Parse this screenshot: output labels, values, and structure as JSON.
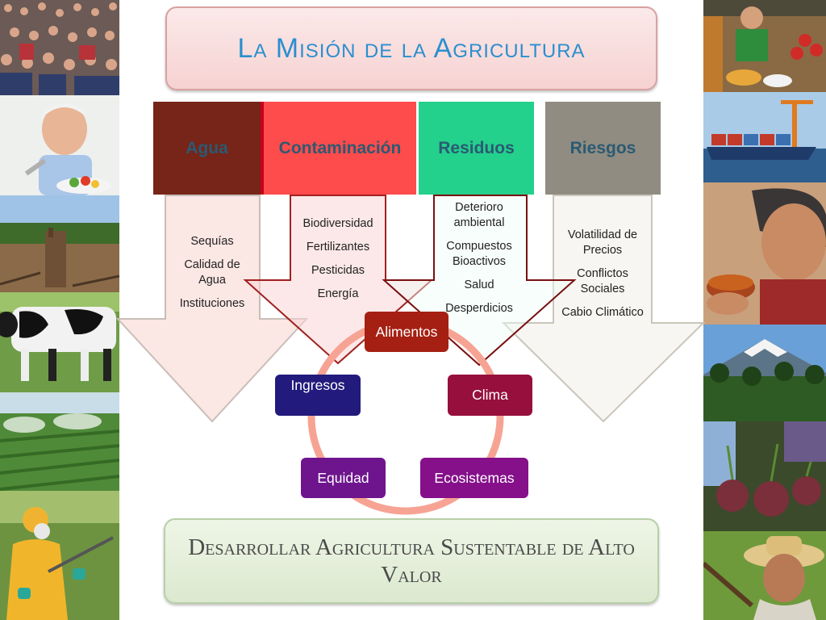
{
  "title": "La Misión de la Agricultura",
  "headers": [
    {
      "label": "Agua",
      "color": "#762518"
    },
    {
      "label": "Contaminación",
      "color": "#fe4b4b"
    },
    {
      "label": "Residuos",
      "color": "#23d08c"
    },
    {
      "label": "Riesgos",
      "color": "#918c81"
    }
  ],
  "agua_items": [
    "Sequías",
    "Calidad de Agua",
    "Instituciones"
  ],
  "contaminacion_items": [
    "Biodiversidad",
    "Fertilizantes",
    "Pesticidas",
    "Energía"
  ],
  "residuos_items": [
    "Deterioro ambiental",
    "Compuestos Bioactivos",
    "Salud",
    "Desperdicios"
  ],
  "riesgos_items": [
    "Volatilidad de Precios",
    "Conflictos Sociales",
    "Cabio Climático"
  ],
  "cycle_nodes": [
    {
      "label": "Alimentos",
      "color": "#a52012"
    },
    {
      "label": "Clima",
      "color": "#970f3c"
    },
    {
      "label": "Ecosistemas",
      "color": "#85108a"
    },
    {
      "label": "Equidad",
      "color": "#6e158e"
    },
    {
      "label": "Ingresos",
      "color": "#221a7c"
    }
  ],
  "cycle_ring_color": "#f7a394",
  "bottom_text": "Desarrollar Agricultura Sustentable de Alto Valor"
}
